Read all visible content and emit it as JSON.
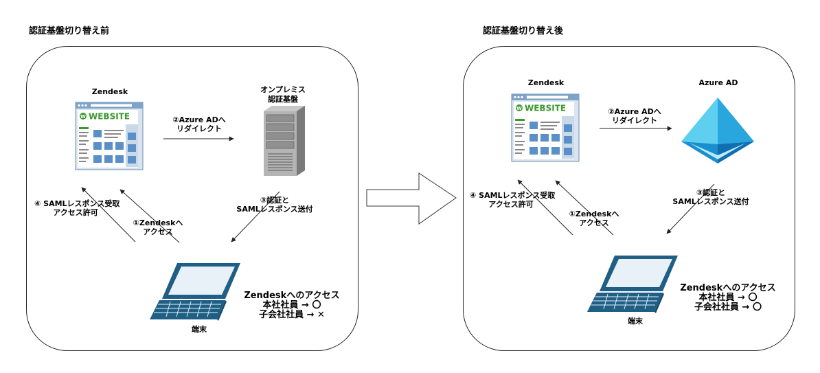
{
  "before": {
    "title": "認証基盤切り替え前",
    "zendesk_label": "Zendesk",
    "idp_label_line1": "オンプレミス",
    "idp_label_line2": "認証基盤",
    "arrow2_line1": "②Azure ADへ",
    "arrow2_line2": "リダイレクト",
    "arrow3_line1": "③認証と",
    "arrow3_line2": "SAMLレスポンス送付",
    "arrow1_line1": "①Zendeskへ",
    "arrow1_line2": "アクセス",
    "arrow4_line1": "④ SAMLレスポンス受取",
    "arrow4_line2": "アクセス許可",
    "terminal_label": "端末",
    "access_line1": "Zendeskへのアクセス",
    "access_line2": "本社社員 → 〇",
    "access_line3": "子会社社員 → ✕",
    "website_text": "WEBSITE"
  },
  "after": {
    "title": "認証基盤切り替え後",
    "zendesk_label": "Zendesk",
    "idp_label": "Azure AD",
    "arrow2_line1": "②Azure ADへ",
    "arrow2_line2": "リダイレクト",
    "arrow3_line1": "③認証と",
    "arrow3_line2": "SAMLレスポンス送付",
    "arrow1_line1": "①Zendeskへ",
    "arrow1_line2": "アクセス",
    "arrow4_line1": "④ SAMLレスポンス受取",
    "arrow4_line2": "アクセス許可",
    "terminal_label": "端末",
    "access_line1": "Zendeskへのアクセス",
    "access_line2": "本社社員 → 〇",
    "access_line3": "子会社社員 → 〇",
    "website_text": "WEBSITE"
  },
  "colors": {
    "laptop": "#1f5f86",
    "azure_light": "#5ecfef",
    "azure_dark": "#1a8fd0",
    "website_green": "#3a9a2c",
    "browser_blue": "#5a8fc8"
  }
}
